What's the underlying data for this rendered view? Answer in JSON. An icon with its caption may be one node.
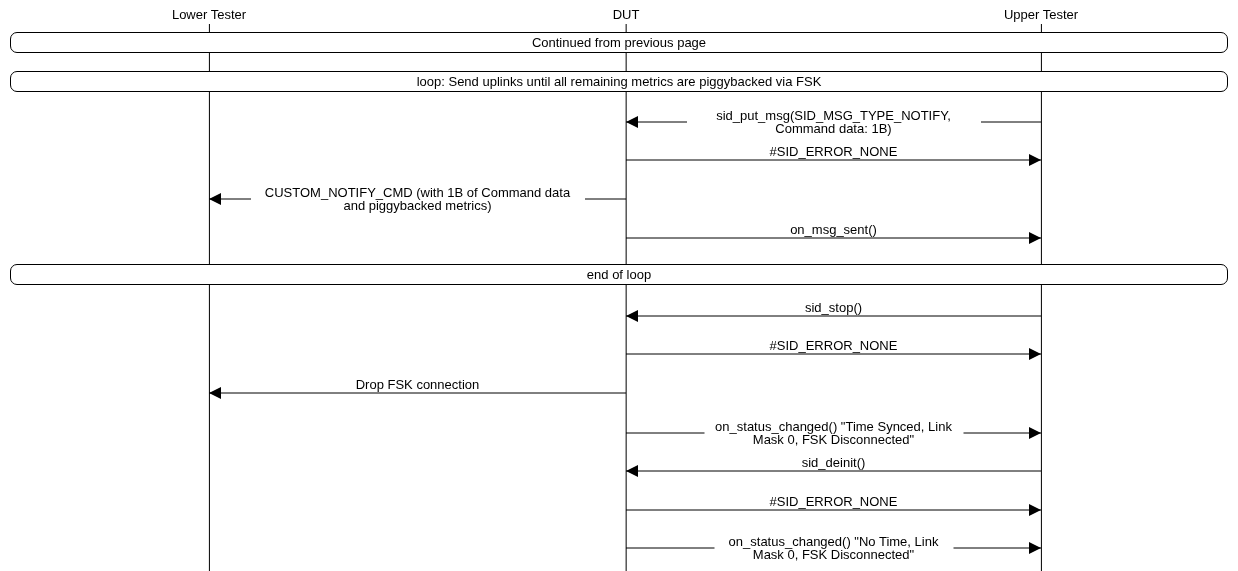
{
  "diagram": {
    "nodes": [
      {
        "text": [
          "Lower Tester"
        ]
      },
      {
        "text": [
          "DUT"
        ]
      },
      {
        "text": [
          "Upper Tester"
        ]
      },
      {
        "text": [
          "Continued from previous page"
        ]
      },
      {
        "text": [
          "loop: Send uplinks until all remaining metrics are piggybacked via FSK"
        ]
      },
      {
        "text": [
          "end of loop"
        ]
      }
    ],
    "edges": [
      {
        "from": 2,
        "to": 1,
        "arrow": "to",
        "label": "sid_put_msg(SID_MSG_TYPE_NOTIFY, Command data: 1B)"
      },
      {
        "from": 1,
        "to": 2,
        "arrow": "to",
        "label": "#SID_ERROR_NONE"
      },
      {
        "from": 1,
        "to": 0,
        "arrow": "to",
        "label": "CUSTOM_NOTIFY_CMD (with 1B of Command data and piggybacked metrics)"
      },
      {
        "from": 1,
        "to": 2,
        "arrow": "to",
        "label": "on_msg_sent()"
      },
      {
        "from": 2,
        "to": 1,
        "arrow": "to",
        "label": "sid_stop()"
      },
      {
        "from": 1,
        "to": 2,
        "arrow": "to",
        "label": "#SID_ERROR_NONE"
      },
      {
        "from": 1,
        "to": 0,
        "arrow": "to",
        "label": "Drop FSK connection"
      },
      {
        "from": 1,
        "to": 2,
        "arrow": "to",
        "label": "on_status_changed() \"Time Synced, Link Mask 0, FSK Disconnected\""
      },
      {
        "from": 2,
        "to": 1,
        "arrow": "to",
        "label": "sid_deinit()"
      },
      {
        "from": 1,
        "to": 2,
        "arrow": "to",
        "label": "#SID_ERROR_NONE"
      },
      {
        "from": 1,
        "to": 2,
        "arrow": "to",
        "label": "on_status_changed() \"No Time, Link Mask 0, FSK Disconnected\""
      }
    ]
  }
}
